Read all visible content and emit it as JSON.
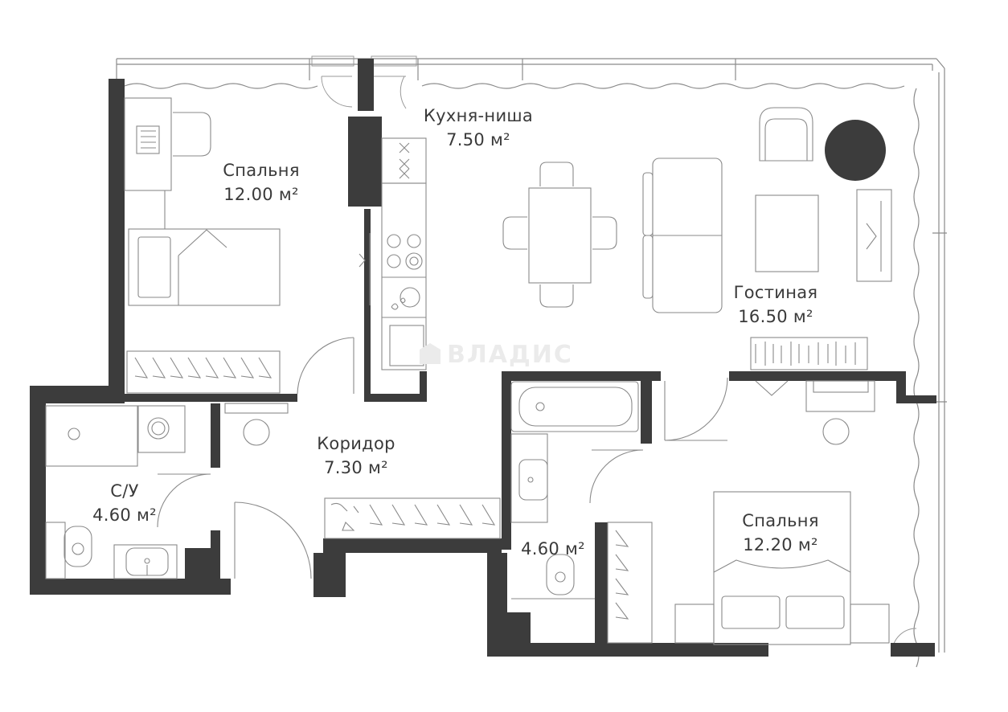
{
  "watermark": "ВЛАДИС",
  "colors": {
    "wall": "#3c3c3c",
    "line": "#777777",
    "text": "#3a3a3a"
  },
  "rooms": {
    "bedroom_left": {
      "name": "Спальня",
      "area": "12.00 м²"
    },
    "kitchen": {
      "name": "Кухня-ниша",
      "area": "7.50 м²"
    },
    "living": {
      "name": "Гостиная",
      "area": "16.50 м²"
    },
    "corridor": {
      "name": "Коридор",
      "area": "7.30 м²"
    },
    "bathroom_left": {
      "name": "С/У",
      "area": "4.60 м²"
    },
    "bathroom_mid": {
      "name": "",
      "area": "4.60 м²"
    },
    "bedroom_right": {
      "name": "Спальня",
      "area": "12.20 м²"
    }
  }
}
